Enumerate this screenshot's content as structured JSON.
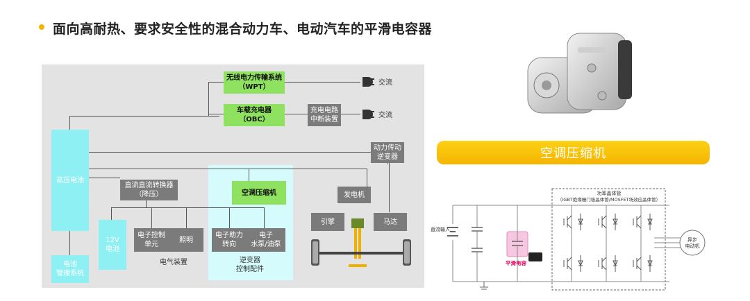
{
  "title": "面向高耐热、要求安全性的混合动力车、电动汽车的平滑电容器",
  "colors": {
    "accent": "#f5b400",
    "green": "#8ee25f",
    "cyan": "#8ff0f3",
    "gray_box": "#7b7b7b",
    "panel": "#e3e3e3"
  },
  "diagram": {
    "wpt": "无线电力传输系统\n（WPT）",
    "obc": "车载充电器\n（OBC）",
    "charge_breaker": "充电电路\n中断装置",
    "ac_top": "交流",
    "ac_mid": "交流",
    "hv_battery": "高压电池",
    "dcdc": "直流直流转换器\n（降压）",
    "ac_compressor": "空调压缩机",
    "motor_inverter": "动力传动\n逆变器",
    "generator": "发电机",
    "engine": "引擎",
    "motor": "马达",
    "battery_12v": "12V\n电池",
    "ecu": "电子控制\n单元",
    "lighting": "照明",
    "eps": "电子助力\n转向",
    "pump": "电子\n水泵/油泵",
    "bms": "电池\n管理系统",
    "electrical_label": "电气装置",
    "inverter_label": "逆变器\n控制配件"
  },
  "compressor_banner": "空调压缩机",
  "circuit": {
    "power_semiconductor": "功率晶体管",
    "igbt_desc": "（IGBT绝缘栅门极晶体管/MOSFET场效应晶体管）",
    "dc_input": "直流输入",
    "smoothing_cap": "平滑电容",
    "async_motor": "异步\n电动机"
  }
}
